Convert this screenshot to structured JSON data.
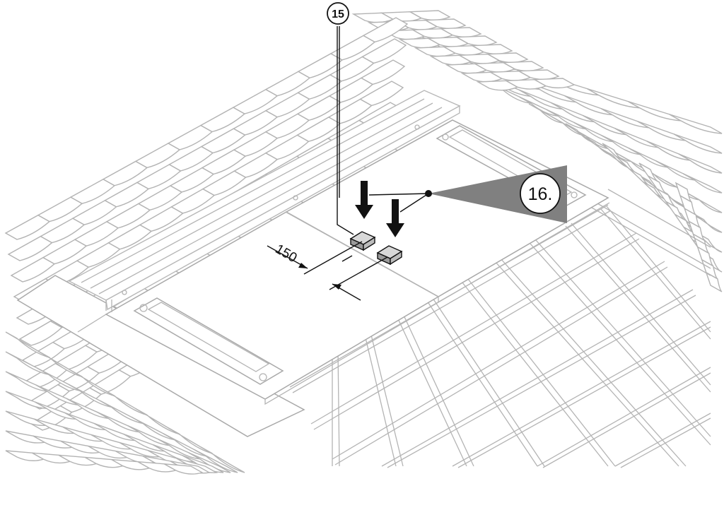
{
  "figure": {
    "callout_part": "15",
    "step_label": "16.",
    "dimension_value": "150"
  },
  "colors": {
    "line_grey": "#b4b4b4",
    "ink": "#111111",
    "step_wedge": "#808080",
    "background": "#ffffff"
  }
}
